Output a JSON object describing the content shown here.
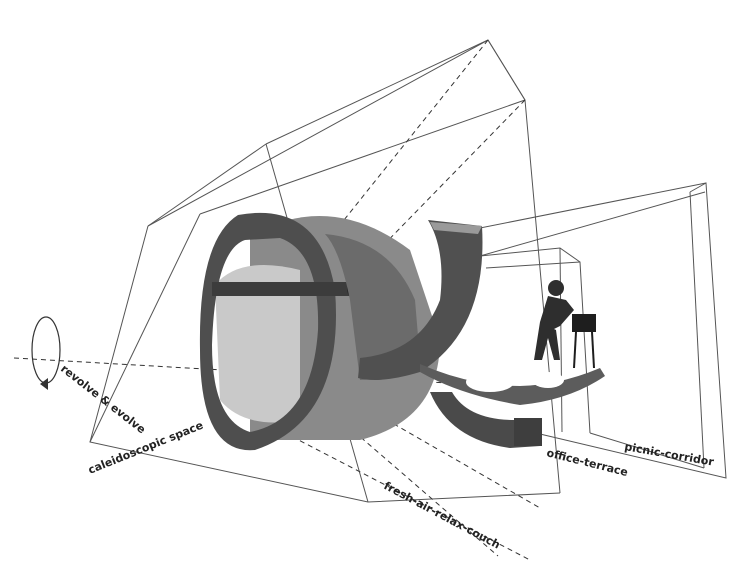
{
  "labels": {
    "revolve": "revolve & evolve",
    "caleidoscopic": "caleidoscopic space",
    "fresh_air": "fresh-air-relax-couch",
    "office_terrace": "office-terrace",
    "picnic_corridor": "picnic-corridor"
  },
  "colors": {
    "frame_lines": "#555555",
    "object_dark": "#4a4a4a",
    "object_mid": "#7a7a7a",
    "object_light": "#bdbdbd"
  }
}
